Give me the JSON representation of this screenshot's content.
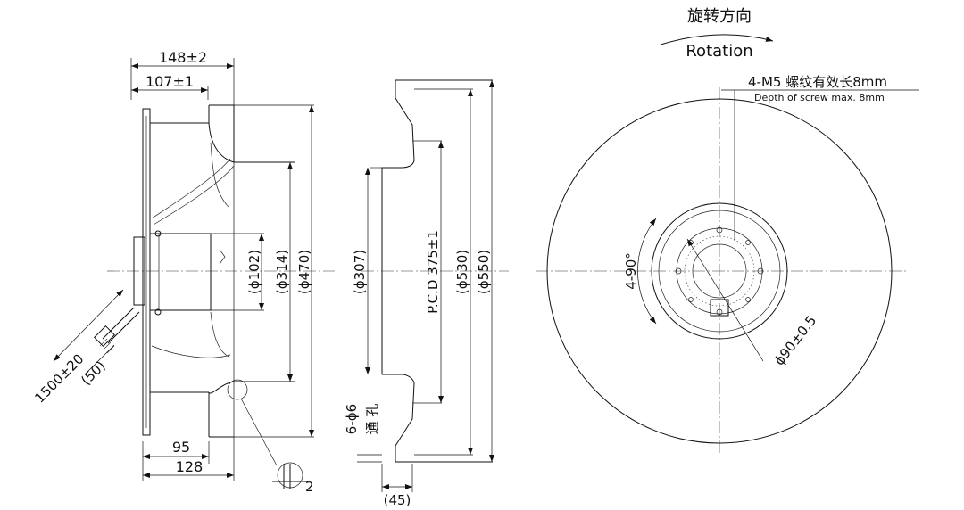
{
  "side_view": {
    "width_total": "148±2",
    "width_partial": "107±1",
    "cable_length": "1500±20",
    "cable_strip": "(50)",
    "inner_dia": "(ϕ102)",
    "mid_dia": "(ϕ314)",
    "outer_dia": "(ϕ470)",
    "bottom_inner": "95",
    "bottom_outer": "128",
    "detail_value": "2"
  },
  "section_view": {
    "inner_dia": "(ϕ307)",
    "pcd": "P.C.D 375±1",
    "mid_dia": "(ϕ530)",
    "outer_dia": "(ϕ550)",
    "holes_count": "6-ϕ6",
    "holes_note": "通 孔",
    "flange_depth": "(45)"
  },
  "front_view": {
    "rotation_cn": "旋转方向",
    "rotation_en": "Rotation",
    "screw_cn": "4-M5 螺纹有效长8mm",
    "screw_en": "Depth of screw max. 8mm",
    "angle": "4-90°",
    "bolt_circle": "ϕ90±0.5"
  }
}
